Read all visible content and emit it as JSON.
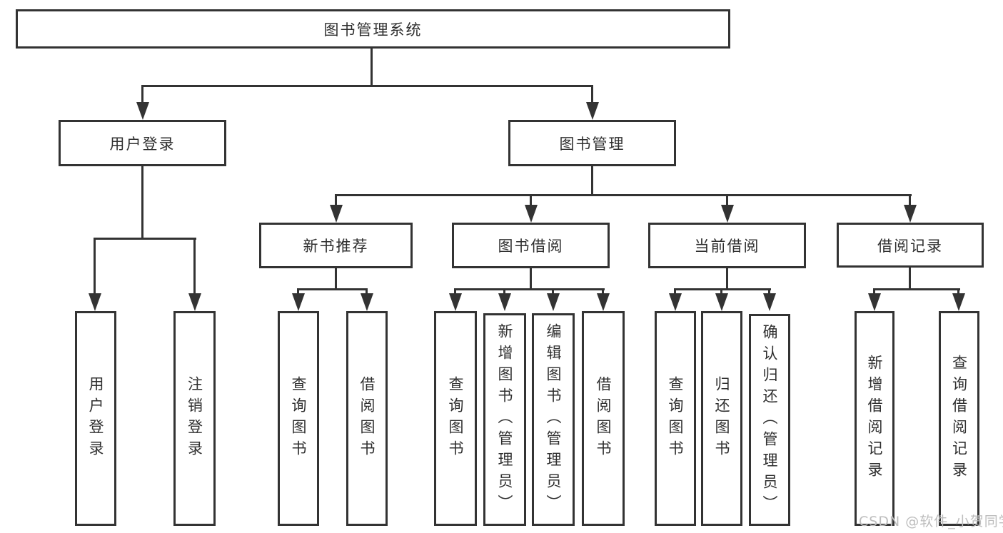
{
  "tree": {
    "label": "图书管理系统",
    "children": [
      {
        "label": "用户登录",
        "children": [
          {
            "label": "用户登录"
          },
          {
            "label": "注销登录"
          }
        ]
      },
      {
        "label": "图书管理",
        "children": [
          {
            "label": "新书推荐",
            "children": [
              {
                "label": "查询图书"
              },
              {
                "label": "借阅图书"
              }
            ]
          },
          {
            "label": "图书借阅",
            "children": [
              {
                "label": "查询图书"
              },
              {
                "label": "新增图书（管理员）"
              },
              {
                "label": "编辑图书（管理员）"
              },
              {
                "label": "借阅图书"
              }
            ]
          },
          {
            "label": "当前借阅",
            "children": [
              {
                "label": "查询图书"
              },
              {
                "label": "归还图书"
              },
              {
                "label": "确认归还（管理员）"
              }
            ]
          },
          {
            "label": "借阅记录",
            "children": [
              {
                "label": "新增借阅记录"
              },
              {
                "label": "查询借阅记录"
              }
            ]
          }
        ]
      }
    ]
  },
  "watermark": {
    "text": "CSDN @软件_小贺同学"
  },
  "colors": {
    "line": "#333333",
    "text": "#2f2f2f",
    "background": "#ffffff",
    "watermark": "#bdbdbd"
  }
}
